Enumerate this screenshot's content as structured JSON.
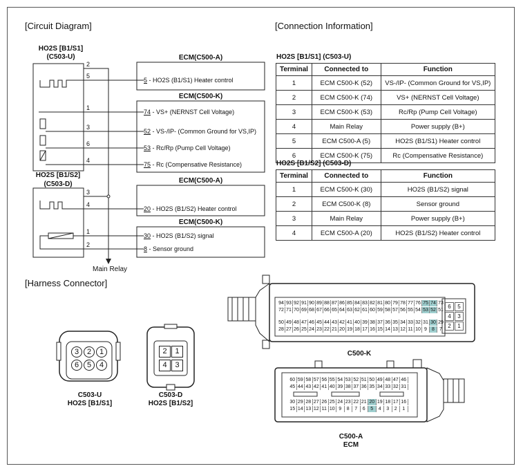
{
  "headings": {
    "circuit": "[Circuit Diagram]",
    "connection": "[Connection Information]",
    "harness": "[Harness Connector]"
  },
  "circuit": {
    "s1_label": "HO2S [B1/S1]",
    "s1_conn": "(C503-U)",
    "s2_label": "HO2S [B1/S2]",
    "s2_conn": "(C503-D)",
    "ecm_a": "ECM(C500-A)",
    "ecm_k": "ECM(C500-K)",
    "main_relay": "Main Relay",
    "pins_s1": [
      "2",
      "5",
      "1",
      "3",
      "6",
      "4"
    ],
    "pins_s2": [
      "3",
      "4",
      "1",
      "2"
    ],
    "ecm_rows": [
      {
        "pin": "5",
        "desc": " - HO2S (B1/S1) Heater control"
      },
      {
        "pin": "74",
        "desc": " - VS+ (NERNST Cell Voltage)"
      },
      {
        "pin": "52",
        "desc": " - VS-/IP- (Common Ground for VS,IP)"
      },
      {
        "pin": "53",
        "desc": " - Rc/Rp (Pump Cell Voltage)"
      },
      {
        "pin": "75",
        "desc": " - Rc (Compensative Resistance)"
      },
      {
        "pin": "20",
        "desc": " - HO2S (B1/S2) Heater control"
      },
      {
        "pin": "30",
        "desc": " - HO2S (B1/S2) signal"
      },
      {
        "pin": "8",
        "desc": " - Sensor ground"
      }
    ]
  },
  "tables": {
    "t1_title": "HO2S [B1/S1] (C503-U)",
    "t2_title": "HO2S [B1/S2] (C503-D)",
    "headers": [
      "Terminal",
      "Connected to",
      "Function"
    ],
    "t1_rows": [
      [
        "1",
        "ECM C500-K (52)",
        "VS-/IP- (Common Ground for VS,IP)"
      ],
      [
        "2",
        "ECM C500-K (74)",
        "VS+ (NERNST Cell Voltage)"
      ],
      [
        "3",
        "ECM C500-K (53)",
        "Rc/Rp (Pump Cell Voltage)"
      ],
      [
        "4",
        "Main Relay",
        "Power supply (B+)"
      ],
      [
        "5",
        "ECM C500-A (5)",
        "HO2S (B1/S1) Heater control"
      ],
      [
        "6",
        "ECM C500-K (75)",
        "Rc (Compensative Resistance)"
      ]
    ],
    "t2_rows": [
      [
        "1",
        "ECM C500-K (30)",
        "HO2S (B1/S2) signal"
      ],
      [
        "2",
        "ECM C500-K (8)",
        "Sensor ground"
      ],
      [
        "3",
        "Main Relay",
        "Power supply (B+)"
      ],
      [
        "4",
        "ECM C500-A (20)",
        "HO2S (B1/S2) Heater control"
      ]
    ]
  },
  "connectors": {
    "c503u_name": "C503-U",
    "c503u_sub": "HO2S [B1/S1]",
    "c503u_pins": [
      "3",
      "2",
      "1",
      "6",
      "5",
      "4"
    ],
    "c503d_name": "C503-D",
    "c503d_sub": "HO2S [B1/S2]",
    "c503d_pins": [
      "2",
      "1",
      "4",
      "3"
    ],
    "c500k_name": "C500-K",
    "c500a_name": "C500-A",
    "c500a_sub": "ECM",
    "c500k_rows": [
      [
        "94",
        "93",
        "92",
        "91",
        "90",
        "89",
        "88",
        "87",
        "86",
        "85",
        "84",
        "83",
        "82",
        "81",
        "80",
        "79",
        "78",
        "77",
        "76",
        "75",
        "74",
        "73"
      ],
      [
        "72",
        "71",
        "70",
        "69",
        "68",
        "67",
        "66",
        "65",
        "64",
        "63",
        "62",
        "61",
        "60",
        "59",
        "58",
        "57",
        "56",
        "55",
        "54",
        "53",
        "52",
        "51"
      ],
      [
        "50",
        "49",
        "48",
        "47",
        "46",
        "45",
        "44",
        "43",
        "42",
        "41",
        "40",
        "39",
        "38",
        "37",
        "36",
        "35",
        "34",
        "33",
        "32",
        "31",
        "30",
        "29"
      ],
      [
        "28",
        "27",
        "26",
        "25",
        "24",
        "23",
        "22",
        "21",
        "20",
        "19",
        "18",
        "17",
        "16",
        "15",
        "14",
        "13",
        "12",
        "11",
        "10",
        "9",
        "8",
        "7"
      ]
    ],
    "c500k_side": [
      "6",
      "5",
      "4",
      "3",
      "2",
      "1"
    ],
    "c500a_rows": [
      [
        "60",
        "59",
        "58",
        "57",
        "56",
        "55",
        "54",
        "53",
        "52",
        "51",
        "50",
        "49",
        "48",
        "47",
        "46"
      ],
      [
        "45",
        "44",
        "43",
        "42",
        "41",
        "40",
        "39",
        "38",
        "37",
        "36",
        "35",
        "34",
        "33",
        "32",
        "31"
      ],
      [
        "30",
        "29",
        "28",
        "27",
        "26",
        "25",
        "24",
        "23",
        "22",
        "21",
        "20",
        "19",
        "18",
        "17",
        "16"
      ],
      [
        "15",
        "14",
        "13",
        "12",
        "11",
        "10",
        "9",
        "8",
        "7",
        "6",
        "5",
        "4",
        "3",
        "2",
        "1"
      ]
    ],
    "highlight_k": [
      "75",
      "74",
      "53",
      "52",
      "30",
      "8"
    ],
    "highlight_a": [
      "20",
      "5"
    ],
    "highlight_color": "#9fcfcf"
  }
}
